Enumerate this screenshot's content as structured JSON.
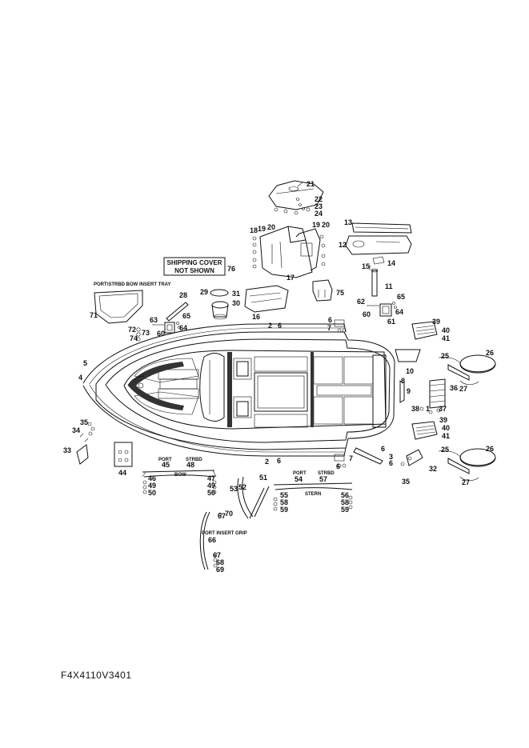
{
  "drawing_code": "F4X4110V3401",
  "shipping_note": {
    "line1": "SHIPPING COVER",
    "line2": "NOT SHOWN",
    "ref": "76"
  },
  "callouts": {
    "bow_insert_tray": "PORT\\STRBD BOW INSERT TRAY",
    "bow_port": "PORT",
    "bow_strbd": "STRBD",
    "bow": "BOW",
    "stern_port": "PORT",
    "stern_strbd": "STRBD",
    "stern": "STERN",
    "port_insert_grip": "PORT INSERT GRIP"
  },
  "part_numbers": {
    "n21": "21",
    "n22": "22",
    "n23": "23",
    "n24": "24",
    "n18": "18",
    "n19a": "19",
    "n20a": "20",
    "n19b": "19",
    "n20b": "20",
    "n17": "17",
    "n13": "13",
    "n12": "12",
    "n15": "15",
    "n14": "14",
    "n11": "11",
    "n29": "29",
    "n31": "31",
    "n30": "30",
    "n28": "28",
    "n16": "16",
    "n75": "75",
    "n71": "71",
    "n63": "63",
    "n65a": "65",
    "n60a": "60",
    "n64a": "64",
    "n72": "72",
    "n73": "73",
    "n74": "74",
    "n62": "62",
    "n65b": "65",
    "n60b": "60",
    "n61": "61",
    "n64b": "64",
    "n2a": "2",
    "n6a": "6",
    "n6b": "6",
    "n7a": "7",
    "n39a": "39",
    "n40a": "40",
    "n41a": "41",
    "n25a": "25",
    "n26a": "26",
    "n27a": "27",
    "n5": "5",
    "n4": "4",
    "n10": "10",
    "n8": "8",
    "n9": "9",
    "n36": "36",
    "n38": "38",
    "n1": "1",
    "n37": "37",
    "n39b": "39",
    "n40b": "40",
    "n41b": "41",
    "n25b": "25",
    "n26b": "26",
    "n27b": "27",
    "n35a": "35",
    "n34": "34",
    "n33": "33",
    "n44": "44",
    "n2b": "2",
    "n6c": "6",
    "n7b": "7",
    "n6d": "6",
    "n6e": "6",
    "n3": "3",
    "n6f": "6",
    "n32": "32",
    "n35b": "35",
    "n45": "45",
    "n48": "48",
    "n46": "46",
    "n49a": "49",
    "n50a": "50",
    "n47": "47",
    "n49b": "49",
    "n50b": "50",
    "n51": "51",
    "n53": "53",
    "n52": "52",
    "n54": "54",
    "n57": "57",
    "n55": "55",
    "n58a": "58",
    "n59a": "59",
    "n56": "56",
    "n58b": "58",
    "n59b": "59",
    "n67a": "67",
    "n70": "70",
    "n66": "66",
    "n67b": "67",
    "n68": "68",
    "n69": "69"
  }
}
